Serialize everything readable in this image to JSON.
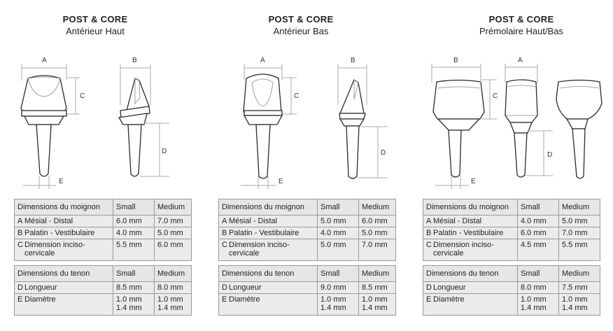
{
  "panels": [
    {
      "title": "POST & CORE",
      "subtitle": "Antérieur Haut",
      "dims": {
        "a": "A",
        "b": "B",
        "c": "C",
        "d": "D",
        "e": "E"
      },
      "table1": {
        "header": [
          "Dimensions du moignon",
          "Small",
          "Medium"
        ],
        "rows": [
          {
            "letter": "A",
            "label": "Mésial - Distal",
            "small": "6.0 mm",
            "medium": "7.0 mm"
          },
          {
            "letter": "B",
            "label": "Palatin - Vestibulaire",
            "small": "4.0 mm",
            "medium": "5.0 mm"
          },
          {
            "letter": "C",
            "label": "Dimension incisо-cervicale",
            "small": "5.5 mm",
            "medium": "6.0 mm"
          }
        ]
      },
      "table2": {
        "header": [
          "Dimensions du tenon",
          "Small",
          "Medium"
        ],
        "rows": [
          {
            "letter": "D",
            "label": "Longueur",
            "small": "8.5 mm",
            "medium": "8.0 mm"
          },
          {
            "letter": "E",
            "label": "Diamètre",
            "small": "1.0 mm\n1.4 mm",
            "medium": "1.0 mm\n1.4 mm"
          }
        ]
      }
    },
    {
      "title": "POST & CORE",
      "subtitle": "Antérieur Bas",
      "dims": {
        "a": "A",
        "b": "B",
        "c": "C",
        "d": "D",
        "e": "E"
      },
      "table1": {
        "header": [
          "Dimensions du moignon",
          "Small",
          "Medium"
        ],
        "rows": [
          {
            "letter": "A",
            "label": "Mésial - Distal",
            "small": "5.0 mm",
            "medium": "6.0 mm"
          },
          {
            "letter": "B",
            "label": "Palatin - Vestibulaire",
            "small": "4.0 mm",
            "medium": "5.0 mm"
          },
          {
            "letter": "C",
            "label": "Dimension incisо-cervicale",
            "small": "5.0 mm",
            "medium": "7.0 mm"
          }
        ]
      },
      "table2": {
        "header": [
          "Dimensions du tenon",
          "Small",
          "Medium"
        ],
        "rows": [
          {
            "letter": "D",
            "label": "Longueur",
            "small": "9.0 mm",
            "medium": "8.5 mm"
          },
          {
            "letter": "E",
            "label": "Diamètre",
            "small": "1.0 mm\n1.4 mm",
            "medium": "1.0 mm\n1.4 mm"
          }
        ]
      }
    },
    {
      "title": "POST & CORE",
      "subtitle": "Prémolaire Haut/Bas",
      "dims": {
        "a": "A",
        "b": "B",
        "c": "C",
        "d": "D",
        "e": "E"
      },
      "table1": {
        "header": [
          "Dimensions du moignon",
          "Small",
          "Medium"
        ],
        "rows": [
          {
            "letter": "A",
            "label": "Mésial - Distal",
            "small": "4.0 mm",
            "medium": "5.0 mm"
          },
          {
            "letter": "B",
            "label": "Palatin - Vestibulaire",
            "small": "6.0 mm",
            "medium": "7.0 mm"
          },
          {
            "letter": "C",
            "label": "Dimension incisо-cervicale",
            "small": "4.5 mm",
            "medium": "5.5 mm"
          }
        ]
      },
      "table2": {
        "header": [
          "Dimensions du tenon",
          "Small",
          "Medium"
        ],
        "rows": [
          {
            "letter": "D",
            "label": "Longueur",
            "small": "8.0 mm",
            "medium": "7.5 mm"
          },
          {
            "letter": "E",
            "label": "Diamètre",
            "small": "1.0 mm\n1.4 mm",
            "medium": "1.0 mm\n1.4 mm"
          }
        ]
      }
    }
  ]
}
